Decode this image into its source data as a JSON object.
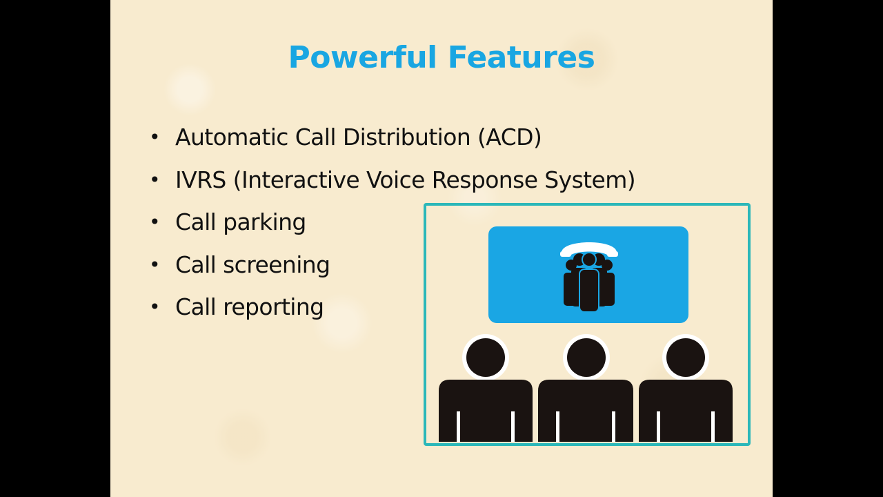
{
  "slide": {
    "title": "Powerful Features",
    "bullets": [
      "Automatic Call Distribution (ACD)",
      "IVRS (Interactive Voice Response System)",
      "Call parking",
      "Call screening",
      "Call reporting"
    ],
    "illustration": {
      "icon": "call-center-agents-icon",
      "frame_color": "#2bb7b9",
      "screen_color": "#1aa6e4",
      "figure_color": "#1a1311"
    },
    "title_color": "#19a6e2",
    "background_color": "#f8ebcf"
  }
}
